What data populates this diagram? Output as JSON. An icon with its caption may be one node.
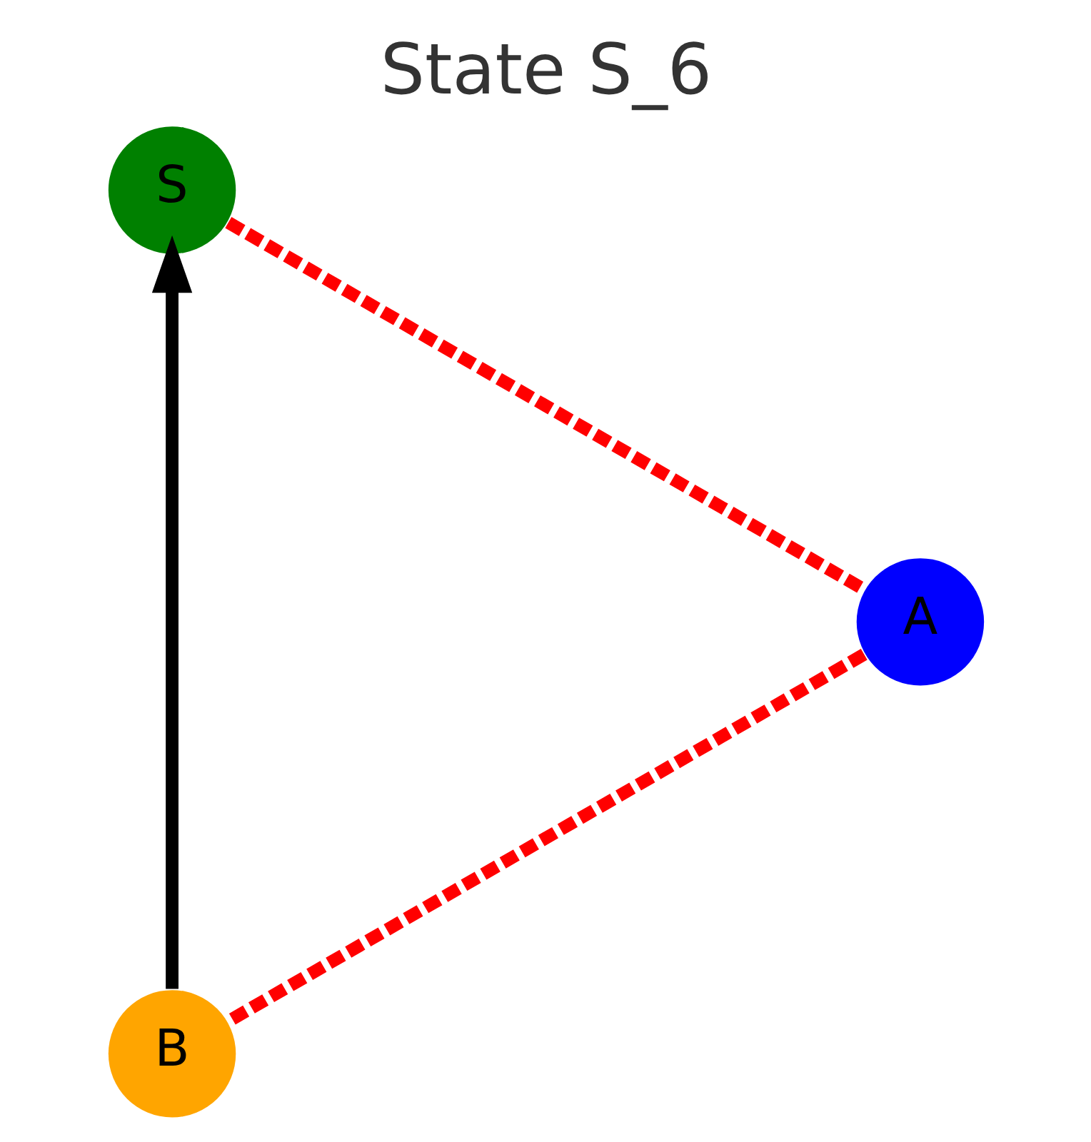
{
  "diagram": {
    "title": "State S_6",
    "nodes": [
      {
        "text": [
          "S"
        ]
      },
      {
        "text": [
          "A"
        ]
      },
      {
        "text": [
          "B"
        ]
      }
    ],
    "edges": [
      {
        "from": 2,
        "to": 0,
        "arrow": "to",
        "color": "#000000"
      },
      {
        "from": 0,
        "to": 1,
        "arrow": "none",
        "style": "dashed",
        "color": "#ff0000"
      },
      {
        "from": 1,
        "to": 2,
        "arrow": "none",
        "style": "dashed",
        "color": "#ff0000"
      }
    ]
  }
}
